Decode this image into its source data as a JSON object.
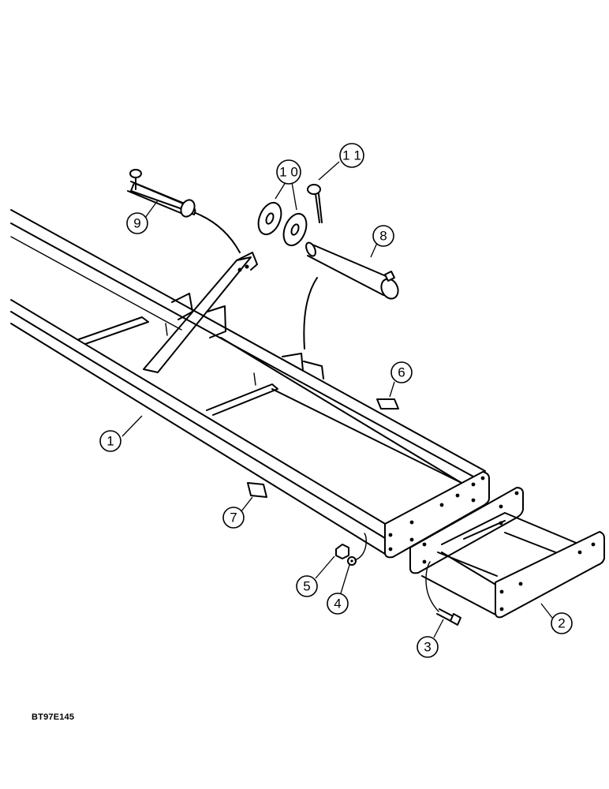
{
  "figure": {
    "reference_code": "BT97E145"
  },
  "callouts": [
    {
      "id": "callout-1",
      "label": "1"
    },
    {
      "id": "callout-2",
      "label": "2"
    },
    {
      "id": "callout-3",
      "label": "3"
    },
    {
      "id": "callout-4",
      "label": "4"
    },
    {
      "id": "callout-5",
      "label": "5"
    },
    {
      "id": "callout-6",
      "label": "6"
    },
    {
      "id": "callout-7",
      "label": "7"
    },
    {
      "id": "callout-8",
      "label": "8"
    },
    {
      "id": "callout-9",
      "label": "9"
    },
    {
      "id": "callout-10",
      "label": "1 0"
    },
    {
      "id": "callout-11",
      "label": "1 1"
    }
  ]
}
